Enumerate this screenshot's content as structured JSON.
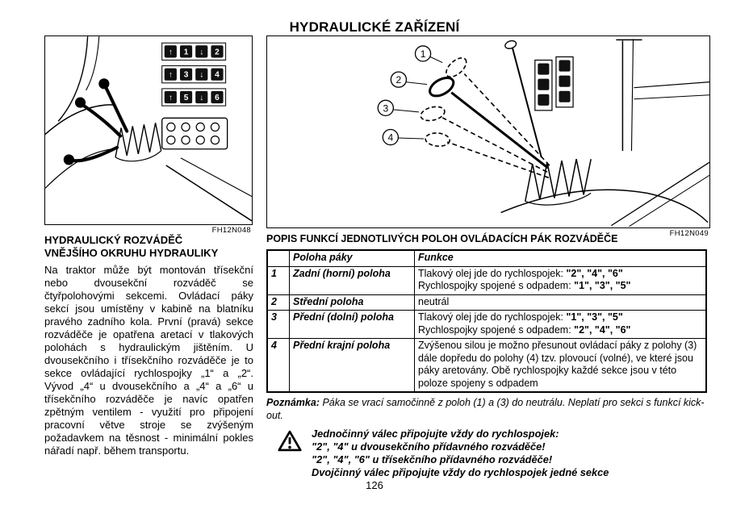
{
  "page": {
    "title": "HYDRAULICKÉ ZAŘÍZENÍ",
    "number": "126"
  },
  "figures": {
    "left": {
      "caption": "FH12N048",
      "decal_rows": [
        [
          "↑",
          "1",
          "↓",
          "2"
        ],
        [
          "↑",
          "3",
          "↓",
          "4"
        ],
        [
          "↑",
          "5",
          "↓",
          "6"
        ]
      ]
    },
    "right": {
      "caption": "FH12N049",
      "position_labels": [
        "1",
        "2",
        "3",
        "4"
      ]
    }
  },
  "left_column": {
    "heading_line1": "HYDRAULICKÝ ROZVÁDĚČ",
    "heading_line2": "VNĚJŠÍHO OKRUHU HYDRAULIKY",
    "body": "Na traktor může být montován třísekční nebo dvousekční rozváděč se čtyřpolohovými sekcemi. Ovládací páky sekcí jsou umístěny v kabině na blatníku pravého zadního kola. První (pravá) sekce rozváděče je opatřena aretací v tlakových polohách s hydraulickým jištěním. U dvousekčního i třísekčního rozváděče je to sekce ovládající rychlospojky „1“ a „2“. Vývod „4“ u dvousekčního a „4“ a „6“ u třísekčního rozváděče je navíc opatřen zpětným ventilem - využití pro připojení pracovní větve stroje se zvýšeným požadavkem na těsnost - minimální pokles nářadí např. během transportu."
  },
  "right_column": {
    "heading": "POPIS FUNKCÍ JEDNOTLIVÝCH POLOH OVLÁDACÍCH PÁK ROZVÁDĚČE",
    "table": {
      "col_position": "Poloha páky",
      "col_function": "Funkce",
      "rows": [
        {
          "num": "1",
          "position": "Zadní (horní) poloha",
          "line1_label": "Tlakový olej jde do rychlospojek: ",
          "line1_values": "\"2\", \"4\", \"6\"",
          "line2_label": "Rychlospojky spojené s odpadem: ",
          "line2_values": "\"1\", \"3\", \"5\""
        },
        {
          "num": "2",
          "position": "Střední poloha",
          "func": "neutrál"
        },
        {
          "num": "3",
          "position": "Přední (dolní) poloha",
          "line1_label": "Tlakový olej jde do rychlospojek: ",
          "line1_values": "\"1\", \"3\", \"5\"",
          "line2_label": "Rychlospojky spojené s odpadem: ",
          "line2_values": "\"2\", \"4\", \"6\""
        },
        {
          "num": "4",
          "position": "Přední krajní poloha",
          "func": "Zvýšenou silou je možno přesunout ovládací páky z polohy (3) dále dopředu do polohy (4) tzv. plovoucí (volné), ve které jsou páky aretovány. Obě rychlospojky každé sekce jsou v této poloze spojeny s odpadem"
        }
      ]
    },
    "note": {
      "label": "Poznámka:",
      "text": " Páka se vrací samočinně z poloh (1) a (3) do neutrálu. Neplatí pro sekci s funkcí kick-out."
    },
    "warning": {
      "lines": [
        "Jednočinný válec připojujte vždy do rychlospojek:",
        "\"2\", \"4\" u dvousekčního přídavného rozváděče!",
        "\"2\", \"4\", \"6\" u třísekčního přídavného rozváděče!",
        "Dvojčinný válec připojujte vždy do rychlospojek jedné sekce"
      ]
    }
  }
}
